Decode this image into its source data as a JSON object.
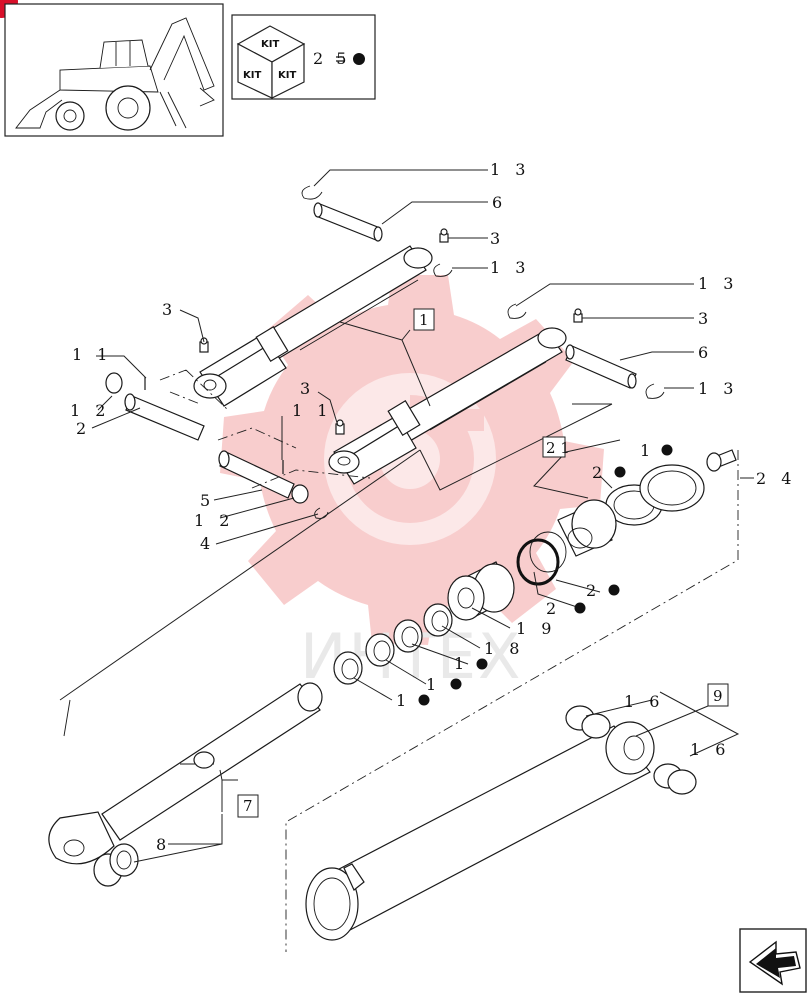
{
  "kit_panel": {
    "cube_label": "KIT",
    "text": "2 5"
  },
  "watermark": {
    "text": "ИНТЕХ"
  },
  "callouts": [
    {
      "id": "c13a",
      "text": "1 3"
    },
    {
      "id": "c6a",
      "text": "6"
    },
    {
      "id": "c3a",
      "text": "3"
    },
    {
      "id": "c13b",
      "text": "1 3"
    },
    {
      "id": "c13c",
      "text": "1 3"
    },
    {
      "id": "c3b",
      "text": "3"
    },
    {
      "id": "c6b",
      "text": "6"
    },
    {
      "id": "c13d",
      "text": "1 3"
    },
    {
      "id": "c3c",
      "text": "3"
    },
    {
      "id": "c1box",
      "text": "1"
    },
    {
      "id": "c11a",
      "text": "1 1"
    },
    {
      "id": "c12a",
      "text": "1 2"
    },
    {
      "id": "c2a",
      "text": "2"
    },
    {
      "id": "c3d",
      "text": "3"
    },
    {
      "id": "c11b",
      "text": "1 1"
    },
    {
      "id": "c5",
      "text": "5"
    },
    {
      "id": "c12b",
      "text": "1 2"
    },
    {
      "id": "c4",
      "text": "4"
    },
    {
      "id": "c21box",
      "text": "2 1"
    },
    {
      "id": "c1k1",
      "text": "1"
    },
    {
      "id": "c2k1",
      "text": "2"
    },
    {
      "id": "c24",
      "text": "2 4"
    },
    {
      "id": "c2k2",
      "text": "2"
    },
    {
      "id": "c2k3",
      "text": "2"
    },
    {
      "id": "c19",
      "text": "1 9"
    },
    {
      "id": "c18a",
      "text": "1 8"
    },
    {
      "id": "c1k2",
      "text": "1"
    },
    {
      "id": "c1k3",
      "text": "1"
    },
    {
      "id": "c1k4",
      "text": "1"
    },
    {
      "id": "c16a",
      "text": "1 6"
    },
    {
      "id": "c9box",
      "text": "9"
    },
    {
      "id": "c16b",
      "text": "1 6"
    },
    {
      "id": "c7box",
      "text": "7"
    },
    {
      "id": "c8",
      "text": "8"
    }
  ]
}
